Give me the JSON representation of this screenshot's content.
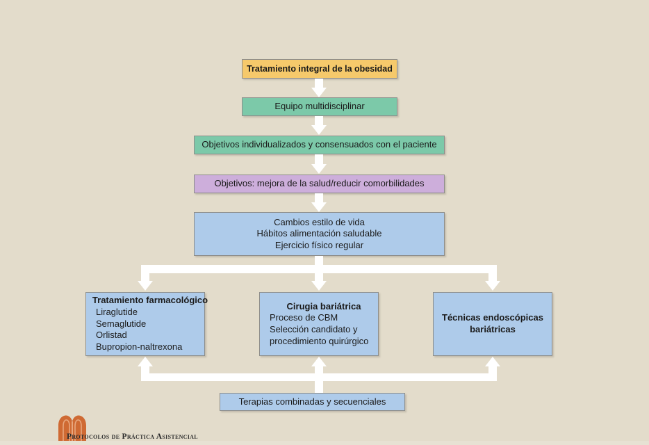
{
  "figure": {
    "background_color": "#e3dccb",
    "title_box": {
      "label": "Tratamiento integral de la obesidad",
      "color": "#f6c96b"
    },
    "nodes": [
      {
        "id": "equipo",
        "label": "Equipo multidisciplinar",
        "color": "#7cc9a9"
      },
      {
        "id": "objetivos-individualizados",
        "label": "Objetivos individualizados y consensuados con el paciente",
        "color": "#7cc9a9"
      },
      {
        "id": "objetivos-mejora",
        "label": "Objetivos: mejora de la salud/reducir comorbilidades",
        "color": "#cdaedb"
      }
    ],
    "lifestyle_box": {
      "color": "#aecbea",
      "lines": [
        "Cambios estilo de vida",
        "Hábitos alimentación saludable",
        "Ejercicio físico regular"
      ]
    },
    "branches": [
      {
        "id": "farmacologico",
        "color": "#aecbea",
        "title": "Tratamiento farmacológico",
        "items": [
          "Liraglutide",
          "Semaglutide",
          "Orlistad",
          "Bupropion-naltrexona"
        ]
      },
      {
        "id": "cirugia",
        "color": "#aecbea",
        "title": "Cirugia bariátrica",
        "items": [
          "Proceso de CBM",
          "Selección candidato y",
          "procedimiento quirúrgico"
        ]
      },
      {
        "id": "endoscopicas",
        "color": "#aecbea",
        "title_lines": [
          "Técnicas endoscópicas",
          "bariátricas"
        ]
      }
    ],
    "combined_box": {
      "label": "Terapias combinadas y secuenciales",
      "color": "#aecbea"
    },
    "footer": {
      "logo_color": "#cf6a33",
      "text": "Protocolos de Práctica Asistencial"
    }
  }
}
